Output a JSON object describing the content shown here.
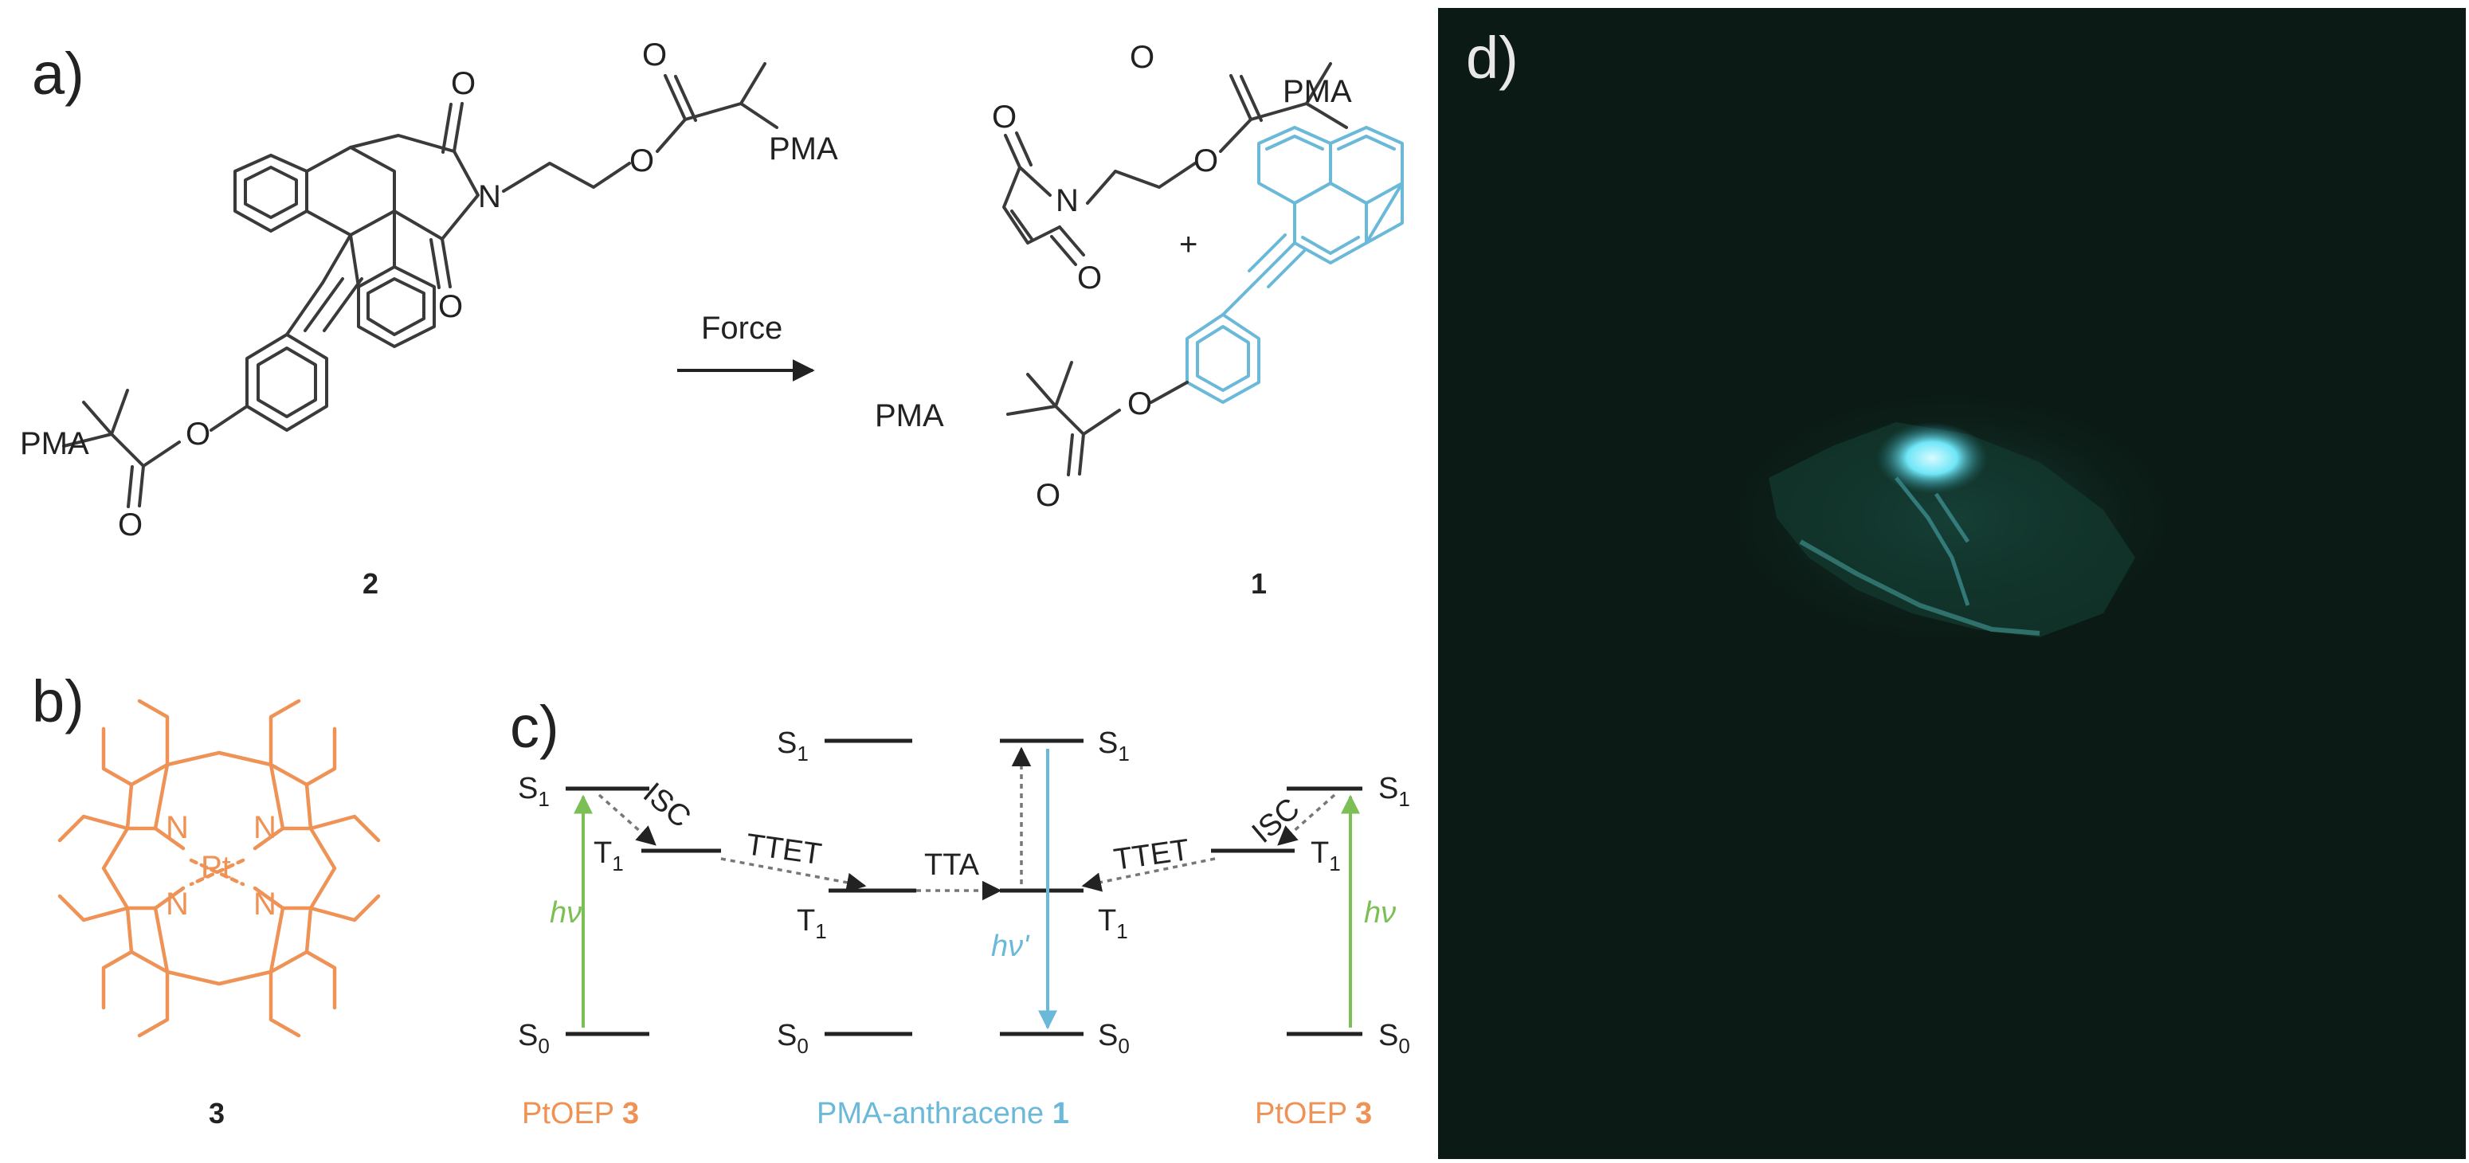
{
  "panels": {
    "a": "a)",
    "b": "b)",
    "c": "c)",
    "d": "d)"
  },
  "scheme_a": {
    "reagent_label": "PMA",
    "arrow_label": "Force",
    "compound_left_number": "2",
    "compound_right_number": "1",
    "plus": "+",
    "atoms": {
      "oxygen": "O",
      "nitrogen": "N"
    }
  },
  "structure_b": {
    "compound_number": "3",
    "metal": "Pt",
    "nitrogen": "N"
  },
  "diagram_c": {
    "state_S1": "S",
    "state_T1": "T",
    "state_S0": "S",
    "sub_1": "1",
    "sub_0": "0",
    "process_isc": "ISC",
    "process_ttet": "TTET",
    "process_tta": "TTA",
    "excitation": "hν",
    "emission": "hν'",
    "species_left": "PtOEP",
    "species_left_number": "3",
    "species_middle": "PMA-anthracene",
    "species_middle_number": "1",
    "species_right": "PtOEP",
    "species_right_number": "3"
  },
  "colors": {
    "anthracene_blue": "#6ab9d8",
    "ptoep_orange": "#ee9256",
    "excitation_green": "#7bbf55",
    "photo_background": "#0b1a14",
    "glow_cyan": "#5fe0f0"
  }
}
